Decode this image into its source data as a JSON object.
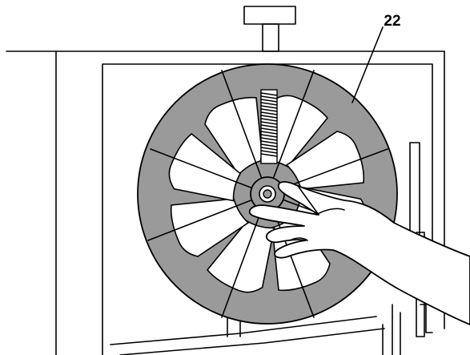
{
  "callout": {
    "label": "22"
  },
  "colors": {
    "wheel_fill": "#9a9a9a",
    "line": "#000000",
    "background": "#ffffff",
    "hand_fill": "#ffffff"
  },
  "parts": [
    "wheel",
    "spokes",
    "tension-spring",
    "tension-knob",
    "hub",
    "hand",
    "housing"
  ]
}
